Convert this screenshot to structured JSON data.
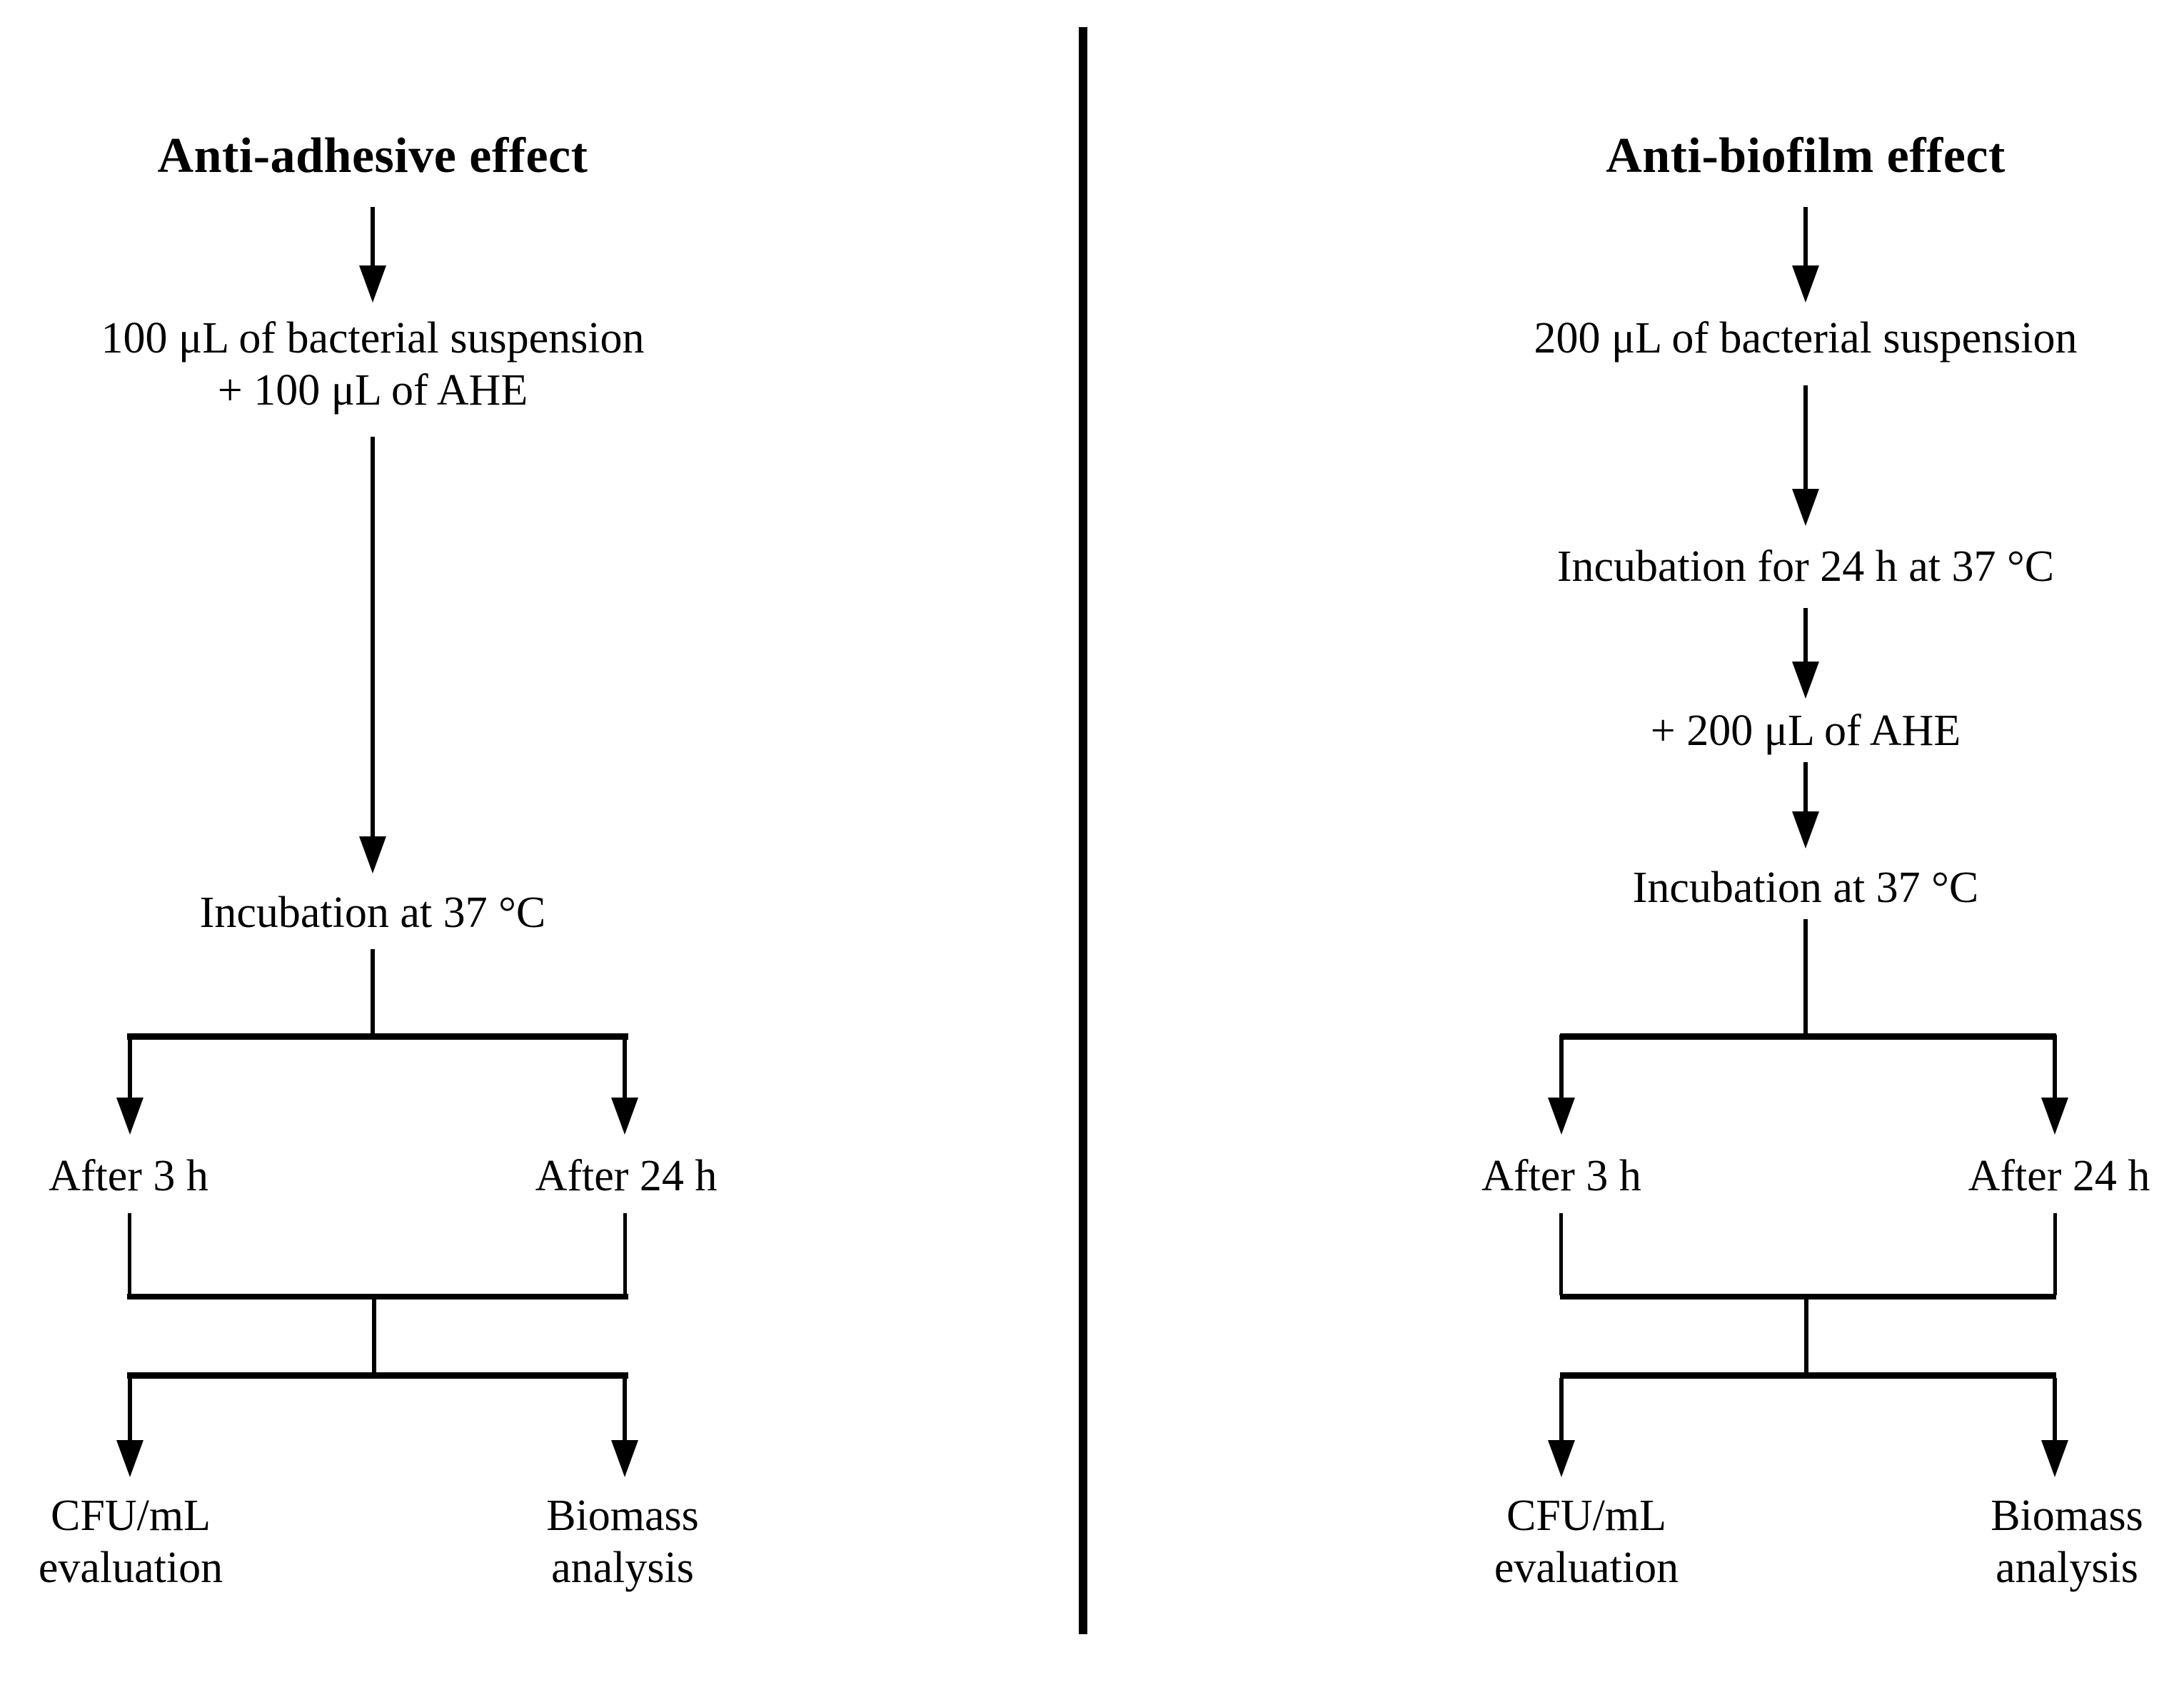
{
  "colors": {
    "ink": "#000000",
    "background": "#ffffff"
  },
  "left_flow": {
    "title": "Anti-adhesive effect",
    "step_suspension_line1": "100 μL of bacterial suspension",
    "step_suspension_line2": "+ 100 μL of AHE",
    "step_incubation": "Incubation at 37 °C",
    "branch_after_3h": "After 3 h",
    "branch_after_24h": "After 24 h",
    "outcome_cfu_line1": "CFU/mL",
    "outcome_cfu_line2": "evaluation",
    "outcome_biomass_line1": "Biomass",
    "outcome_biomass_line2": "analysis"
  },
  "right_flow": {
    "title": "Anti-biofilm effect",
    "step_suspension": "200 μL of bacterial suspension",
    "step_incubation_24h": "Incubation for 24 h at 37 °C",
    "step_ahe": "+ 200 μL of AHE",
    "step_incubation": "Incubation at 37 °C",
    "branch_after_3h": "After 3 h",
    "branch_after_24h": "After 24 h",
    "outcome_cfu_line1": "CFU/mL",
    "outcome_cfu_line2": "evaluation",
    "outcome_biomass_line1": "Biomass",
    "outcome_biomass_line2": "analysis"
  }
}
